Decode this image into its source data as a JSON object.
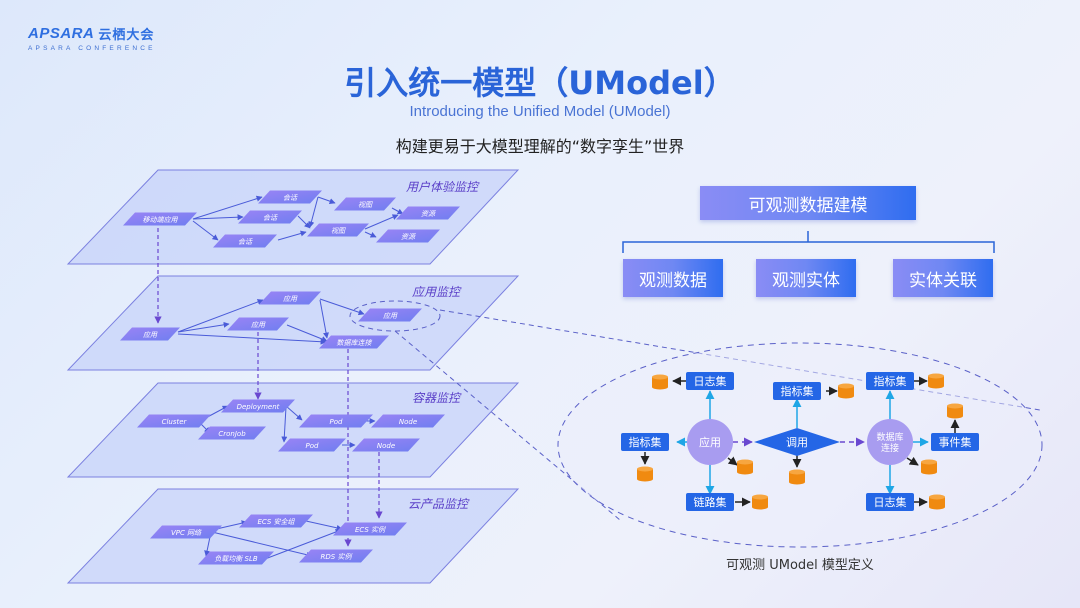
{
  "logo": {
    "brand": "APSARA",
    "brand_cn": "云栖大会",
    "sub": "APSARA  CONFERENCE"
  },
  "header": {
    "title": "引入统一模型（UModel）",
    "subtitle_en": "Introducing the Unified Model (UModel)",
    "subtitle_cn": "构建更易于大模型理解的“数字孪生”世界"
  },
  "layers": [
    {
      "label": "用户体验监控",
      "nodes": [
        "移动端应用",
        "会话",
        "会话",
        "会话",
        "视图",
        "视图",
        "资源",
        "资源"
      ]
    },
    {
      "label": "应用监控",
      "nodes": [
        "应用",
        "应用",
        "应用",
        "应用",
        "数据库连接"
      ]
    },
    {
      "label": "容器监控",
      "nodes": [
        "Cluster",
        "Deployment",
        "CronJob",
        "Pod",
        "Pod",
        "Node",
        "Node"
      ]
    },
    {
      "label": "云产品监控",
      "nodes": [
        "VPC 网络",
        "ECS 安全组",
        "负载均衡 SLB",
        "ECS 实例",
        "RDS 实例"
      ]
    }
  ],
  "modeling": {
    "main": "可观测数据建模",
    "children": [
      "观测数据",
      "观测实体",
      "实体关联"
    ]
  },
  "umodel": {
    "caption": "可观测 UModel 模型定义",
    "entities": {
      "app": "应用",
      "call": "调用",
      "db": "数据库连接"
    },
    "db_lines": [
      "数据库",
      "连接"
    ],
    "sets": {
      "app_log": "日志集",
      "app_metric": "指标集",
      "app_trace": "链路集",
      "call_metric": "指标集",
      "db_metric": "指标集",
      "db_event": "事件集",
      "db_log": "日志集"
    }
  },
  "colors": {
    "accent": "#2a64d8",
    "node_purple": "#8a7cf2",
    "set_blue": "#2466e6",
    "storage_orange": "#f08a10",
    "entity_circle": "#a89cf0"
  }
}
